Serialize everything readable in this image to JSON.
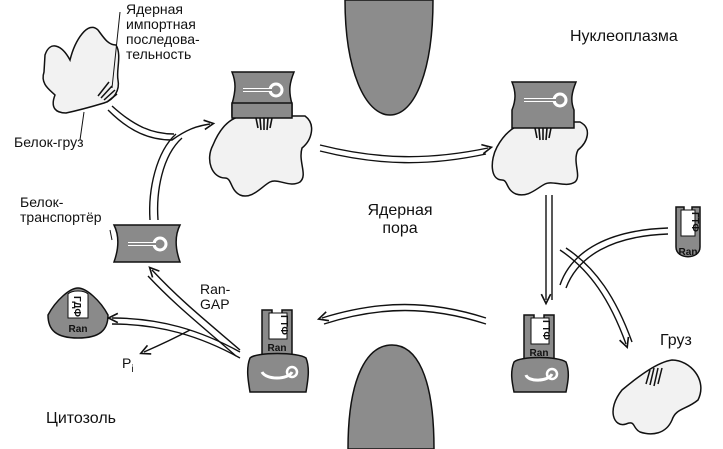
{
  "labels": {
    "nls": [
      "Ядерная",
      "импортная",
      "последова-",
      "тельность"
    ],
    "cargo_protein": "Белок-груз",
    "importin": [
      "Белок-",
      "транспортёр"
    ],
    "nucleoplasm": "Нуклеоплазма",
    "nuclear_pore": [
      "Ядерная",
      "пора"
    ],
    "cytosol": "Цитозоль",
    "cargo": "Груз",
    "ran_gap": [
      "Ran-",
      "GAP"
    ],
    "pi": "P",
    "pi_sub": "i",
    "ran": "Ran",
    "gtp": "ГТФ",
    "gdp": "ГДФ"
  },
  "colors": {
    "membrane": "#8c8c8c",
    "transporter": "#8a8a8a",
    "cargo_fill": "#f2f2f2",
    "outline": "#111111"
  }
}
